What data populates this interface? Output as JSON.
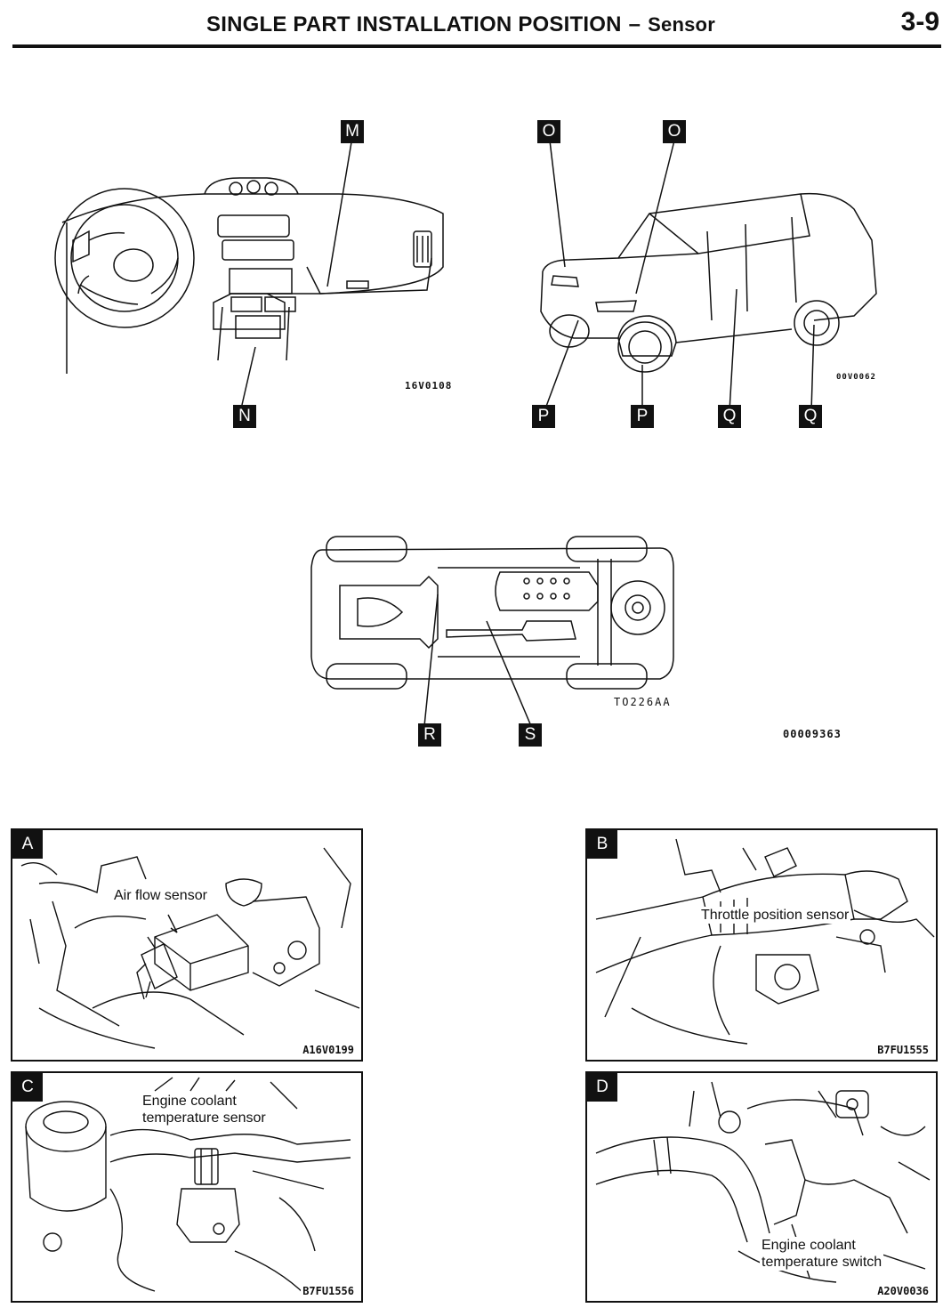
{
  "header": {
    "title": "SINGLE PART INSTALLATION POSITION",
    "subtitle": "Sensor",
    "page": "3-9"
  },
  "top_figures": {
    "dashboard": {
      "callouts": [
        "M",
        "N"
      ],
      "code": "16V0108"
    },
    "vehicle": {
      "callouts": [
        "O",
        "O",
        "P",
        "P",
        "Q",
        "Q"
      ],
      "code": "00V0062"
    },
    "underbody": {
      "callouts": [
        "R",
        "S"
      ],
      "code": "TO226AA",
      "group_code": "00009363"
    }
  },
  "panels": [
    {
      "letter": "A",
      "label": "Air flow sensor",
      "code": "A16V0199"
    },
    {
      "letter": "B",
      "label": "Throttle position sensor",
      "code": "B7FU1555"
    },
    {
      "letter": "C",
      "label_lines": [
        "Engine coolant",
        "temperature sensor"
      ],
      "code": "B7FU1556"
    },
    {
      "letter": "D",
      "label_lines": [
        "Engine coolant",
        "temperature switch"
      ],
      "code": "A20V0036"
    }
  ]
}
